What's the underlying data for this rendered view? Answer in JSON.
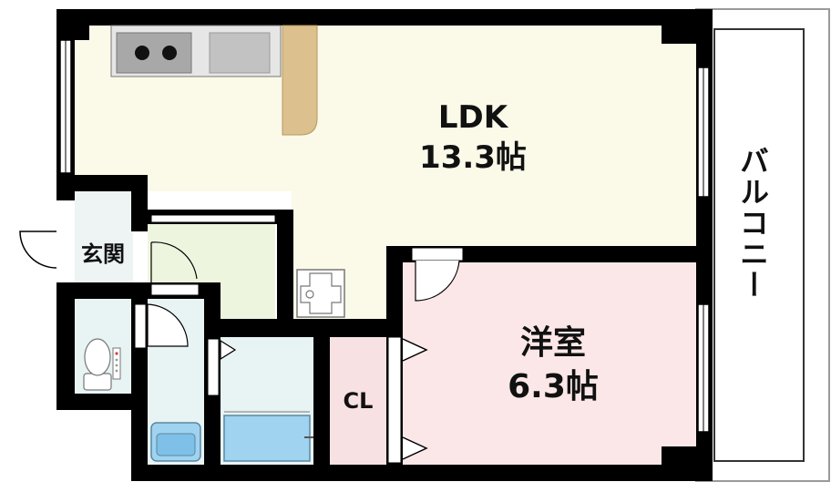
{
  "rooms": {
    "ldk": {
      "name": "LDK",
      "size": "13.3帖"
    },
    "western": {
      "name": "洋室",
      "size": "6.3帖"
    },
    "entrance": {
      "name": "玄関"
    },
    "closet": {
      "name": "CL"
    },
    "balcony": {
      "name": "バルコニー"
    }
  },
  "colors": {
    "wall": "#000000",
    "ldk_floor": "#fbf9e8",
    "western_floor": "#fce7e8",
    "closet_floor": "#f7e1e3",
    "wet_area": "#e8f3f4",
    "washroom": "#eef5de",
    "counter": "#dcc18e",
    "sink": "#c2c2c2",
    "bathtub": "#9fd3f0"
  }
}
